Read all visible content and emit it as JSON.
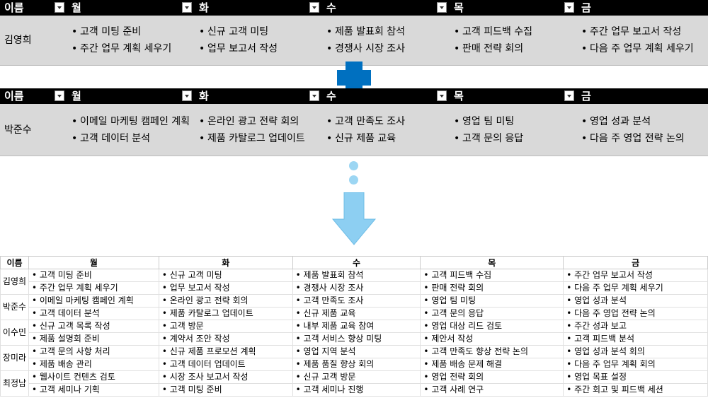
{
  "headers": [
    "이름",
    "월",
    "화",
    "수",
    "목",
    "금"
  ],
  "card1": {
    "name": "김영희",
    "days": [
      [
        "고객 미팅 준비",
        "주간 업무 계획 세우기"
      ],
      [
        "신규 고객 미팅",
        "업무 보고서 작성"
      ],
      [
        "제품 발표회 참석",
        "경쟁사 시장 조사"
      ],
      [
        "고객 피드백 수집",
        "판매 전략 회의"
      ],
      [
        "주간 업무 보고서 작성",
        "다음 주 업무 계획 세우기"
      ]
    ]
  },
  "card2": {
    "name": "박준수",
    "days": [
      [
        "이메일 마케팅 캠페인 계획",
        "고객 데이터 분석"
      ],
      [
        "온라인 광고 전략 회의",
        "제품 카탈로그 업데이트"
      ],
      [
        "고객 만족도 조사",
        "신규 제품 교육"
      ],
      [
        "영업 팀 미팅",
        "고객 문의 응답"
      ],
      [
        "영업 성과 분석",
        "다음 주 영업 전략 논의"
      ]
    ]
  },
  "colors": {
    "header_bg": "#000000",
    "body_bg": "#d9d9d9",
    "plus": "#0070c0",
    "arrow": "#8dcff2",
    "dots": "#9cd6f3"
  },
  "icons": {
    "merge": "plus-icon",
    "continue": "dots-icon",
    "result": "arrow-down-icon",
    "filter": "dropdown-filter-icon"
  },
  "grid": {
    "headers": [
      "이름",
      "월",
      "화",
      "수",
      "목",
      "금"
    ],
    "rows": [
      {
        "name": "김영희",
        "lines": [
          [
            "고객 미팅 준비",
            "신규 고객 미팅",
            "제품 발표회 참석",
            "고객 피드백 수집",
            "주간 업무 보고서 작성"
          ],
          [
            "주간 업무 계획 세우기",
            "업무 보고서 작성",
            "경쟁사 시장 조사",
            "판매 전략 회의",
            "다음 주 업무 계획 세우기"
          ]
        ]
      },
      {
        "name": "박준수",
        "lines": [
          [
            "이메일 마케팅 캠페인 계획",
            "온라인 광고 전략 회의",
            "고객 만족도 조사",
            "영업 팀 미팅",
            "영업 성과 분석"
          ],
          [
            "고객 데이터 분석",
            "제품 카탈로그 업데이트",
            "신규 제품 교육",
            "고객 문의 응답",
            "다음 주 영업 전략 논의"
          ]
        ]
      },
      {
        "name": "이수민",
        "lines": [
          [
            "신규 고객 목록 작성",
            "고객 방문",
            "내부 제품 교육 참여",
            "영업 대상 리드 검토",
            "주간 성과 보고"
          ],
          [
            "제품 설명회 준비",
            "계약서 조안 작성",
            "고객 서비스 향상 미팅",
            "제안서 작성",
            "고객 피드백 분석"
          ]
        ]
      },
      {
        "name": "장미라",
        "lines": [
          [
            "고객 문의 사항 처리",
            "신규 제품 프로모션 계획",
            "영업 지역 분석",
            "고객 만족도 향상 전략 논의",
            "영업 성과 분석 회의"
          ],
          [
            "제품 배송 관리",
            "고객 데이터 업데이트",
            "제품 품질 향상 회의",
            "제품 배송 문제 해결",
            "다음 주 업무 계획 회의"
          ]
        ]
      },
      {
        "name": "최정남",
        "lines": [
          [
            "웹사이트 컨텐츠 검토",
            "시장 조사 보고서 작성",
            "신규 고객 방문",
            "영업 전략 회의",
            "영업 목표 설정"
          ],
          [
            "고객 세미나 기획",
            "고객 미팅 준비",
            "고객 세미나 진행",
            "고객 사례 연구",
            "주간 회고 및 피드백 세션"
          ]
        ]
      }
    ]
  }
}
